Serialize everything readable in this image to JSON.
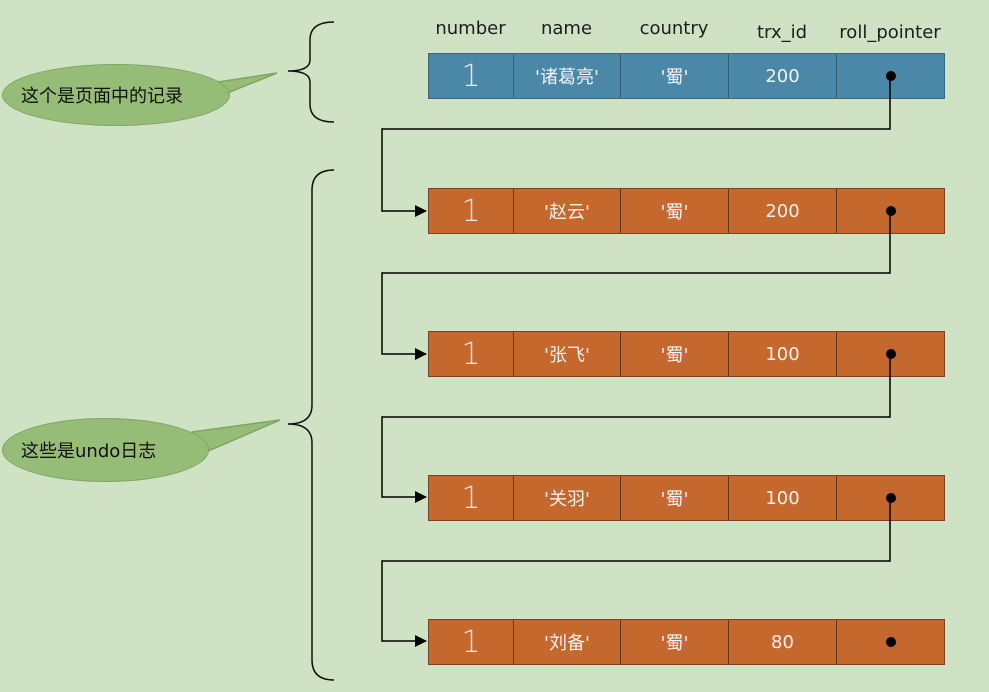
{
  "columns": [
    "number",
    "name",
    "country",
    "trx_id",
    "roll_pointer"
  ],
  "page_record": {
    "number": "1",
    "name": "'诸葛亮'",
    "country": "'蜀'",
    "trx_id": "200"
  },
  "undo_records": [
    {
      "number": "1",
      "name": "'赵云'",
      "country": "'蜀'",
      "trx_id": "200"
    },
    {
      "number": "1",
      "name": "'张飞'",
      "country": "'蜀'",
      "trx_id": "100"
    },
    {
      "number": "1",
      "name": "'关羽'",
      "country": "'蜀'",
      "trx_id": "100"
    },
    {
      "number": "1",
      "name": "'刘备'",
      "country": "'蜀'",
      "trx_id": "80"
    }
  ],
  "callouts": {
    "page_label": "这个是页面中的记录",
    "undo_label": "这些是undo日志"
  },
  "colors": {
    "background": "#cfe2c4",
    "page_row": "#4b87a6",
    "undo_row": "#c4682e",
    "bubble": "#96bd77"
  }
}
